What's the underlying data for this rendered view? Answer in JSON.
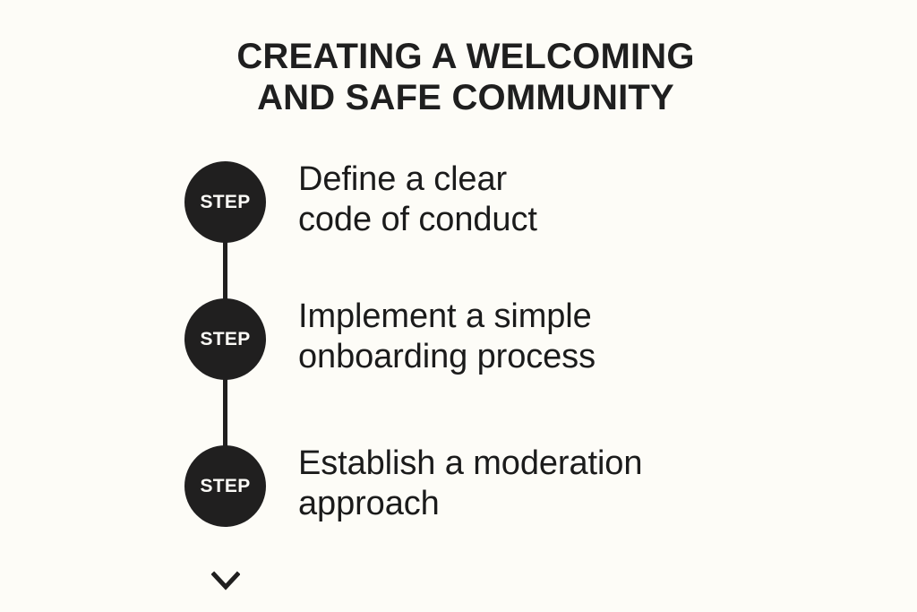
{
  "page": {
    "background_color": "#FDFCF7",
    "text_color": "#1B1B1B",
    "accent_color": "#201F1F",
    "circle_label_color": "#FBFAF6"
  },
  "title": {
    "line1": "CREATING A WELCOMING",
    "line2": "AND SAFE COMMUNITY"
  },
  "steps": [
    {
      "badge": "STEP",
      "text": "Define a clear\ncode of conduct",
      "connector_to_next": "line"
    },
    {
      "badge": "STEP",
      "text": "Implement a simple\nonboarding process",
      "connector_to_next": "arrow"
    },
    {
      "badge": "STEP",
      "text": "Establish a moderation\napproach",
      "connector_to_next": "none"
    }
  ],
  "icons": {
    "arrow_down": "arrow-down-icon"
  }
}
